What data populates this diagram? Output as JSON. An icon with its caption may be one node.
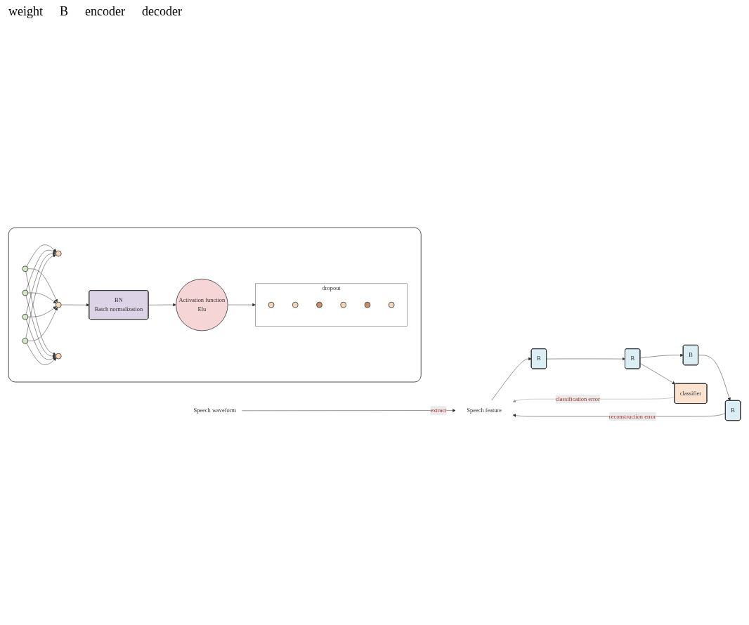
{
  "diagram": {
    "nodes": [
      {
        "text": [],
        "shape": "box"
      },
      {
        "text": [],
        "shape": "circle",
        "in": 0
      },
      {
        "text": [],
        "shape": "circle",
        "in": 0
      },
      {
        "text": [],
        "shape": "circle",
        "in": 0
      },
      {
        "text": [],
        "shape": "circle",
        "in": 0
      },
      {
        "text": [],
        "shape": "circle",
        "in": 0
      },
      {
        "text": [],
        "shape": "circle",
        "in": 0
      },
      {
        "text": [],
        "shape": "circle",
        "in": 0
      },
      {
        "text": [
          "BN",
          "Batch normalization"
        ],
        "in": 0
      },
      {
        "text": [
          "Activation function",
          "Elu"
        ],
        "in": 0
      },
      {
        "text": [
          "dropout"
        ],
        "in": 0
      },
      {
        "text": [],
        "shape": "circle",
        "in": 10
      },
      {
        "text": [],
        "shape": "circle",
        "in": 10
      },
      {
        "text": [],
        "shape": "circle",
        "in": 10
      },
      {
        "text": [],
        "shape": "circle",
        "in": 10
      },
      {
        "text": [],
        "shape": "circle",
        "in": 10
      },
      {
        "text": [],
        "shape": "circle",
        "in": 10
      },
      {
        "text": [
          "Speech waveform"
        ]
      },
      {
        "text": [
          "Speech feature"
        ]
      },
      {
        "text": [
          "B"
        ]
      },
      {
        "text": [
          "B"
        ]
      },
      {
        "text": [
          "B"
        ]
      },
      {
        "text": [
          "B"
        ]
      },
      {
        "text": [
          "classifier"
        ]
      }
    ],
    "edges": [
      {
        "from": 1,
        "to": 5,
        "arrow": "to"
      },
      {
        "from": 1,
        "to": 6,
        "arrow": "to"
      },
      {
        "from": 1,
        "to": 7,
        "arrow": "to"
      },
      {
        "from": 2,
        "to": 5,
        "arrow": "to"
      },
      {
        "from": 2,
        "to": 6,
        "arrow": "to"
      },
      {
        "from": 2,
        "to": 7,
        "arrow": "to"
      },
      {
        "from": 3,
        "to": 5,
        "arrow": "to"
      },
      {
        "from": 3,
        "to": 6,
        "arrow": "to"
      },
      {
        "from": 3,
        "to": 7,
        "arrow": "to"
      },
      {
        "from": 4,
        "to": 5,
        "arrow": "to"
      },
      {
        "from": 4,
        "to": 6,
        "arrow": "to"
      },
      {
        "from": 4,
        "to": 7,
        "arrow": "to"
      },
      {
        "from": 6,
        "to": 8,
        "arrow": "to"
      },
      {
        "from": 8,
        "to": 9,
        "arrow": "to"
      },
      {
        "from": 9,
        "to": 10,
        "arrow": "to"
      },
      {
        "from": 17,
        "to": 18,
        "arrow": "to",
        "label": "extract"
      },
      {
        "from": 18,
        "to": 19,
        "arrow": "to"
      },
      {
        "from": 19,
        "to": 20,
        "arrow": "to"
      },
      {
        "from": 20,
        "to": 21,
        "arrow": "to"
      },
      {
        "from": 20,
        "to": 23,
        "arrow": "to"
      },
      {
        "from": 21,
        "to": 22,
        "arrow": "to"
      },
      {
        "from": 22,
        "to": 18,
        "arrow": "to",
        "label": "reconstruction error"
      },
      {
        "from": 23,
        "to": 18,
        "arrow": "to",
        "label": "classification error",
        "color": "#999999"
      }
    ],
    "labels": [
      "weight",
      "B",
      "encoder",
      "decoder"
    ]
  }
}
